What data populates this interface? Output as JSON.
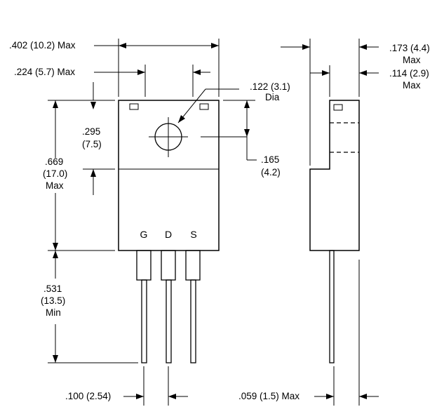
{
  "dimensions": {
    "overall_width": ".402 (10.2) Max",
    "tab_width": ".224 (5.7) Max",
    "hole_label": ".122 (3.1)",
    "hole_sub": "Dia",
    "hole_offset_1": ".295",
    "hole_offset_2": "(7.5)",
    "body_height_1": ".669",
    "body_height_2": "(17.0)",
    "body_height_3": "Max",
    "hole_center_1": ".165",
    "hole_center_2": "(4.2)",
    "lead_length_1": ".531",
    "lead_length_2": "(13.5)",
    "lead_length_3": "Min",
    "lead_pitch": ".100 (2.54)",
    "thickness_1": ".173 (4.4)",
    "thickness_2": "Max",
    "tab_thickness_1": ".114 (2.9)",
    "tab_thickness_2": "Max",
    "lead_thickness": ".059 (1.5) Max"
  },
  "pins": {
    "gate": "G",
    "drain": "D",
    "source": "S"
  }
}
